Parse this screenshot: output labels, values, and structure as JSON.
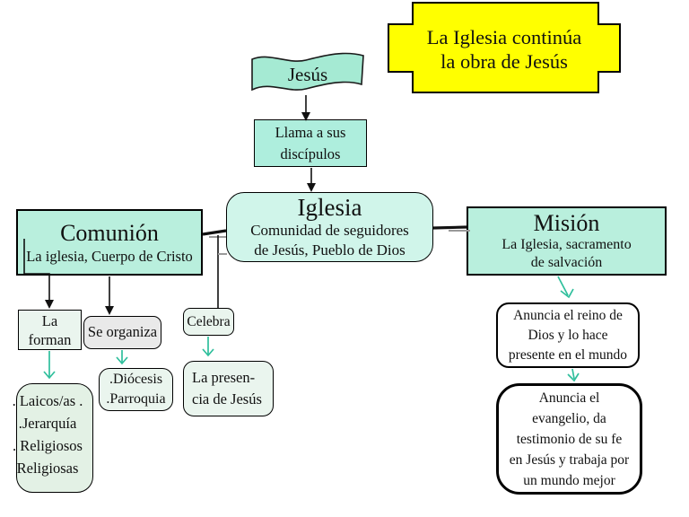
{
  "banner": {
    "line1": "La Iglesia continúa",
    "line2": "la obra de Jesús"
  },
  "nodes": {
    "jesus": {
      "label": "Jesús"
    },
    "llama": {
      "lines": [
        "Llama a sus",
        "discípulos"
      ]
    },
    "iglesia": {
      "title": "Iglesia",
      "lines": [
        "Comunidad de seguidores",
        "de Jesús, Pueblo de Dios"
      ]
    },
    "comunion": {
      "title": "Comunión",
      "subtitle": "La iglesia, Cuerpo de Cristo"
    },
    "mision": {
      "title": "Misión",
      "lines": [
        "La Iglesia, sacramento",
        "de salvación"
      ]
    },
    "la_forman": {
      "lines": [
        "La",
        "forman"
      ]
    },
    "se_organiza": {
      "label": "Se organiza"
    },
    "celebra": {
      "label": "Celebra"
    },
    "miembros": {
      "lines": [
        ". Laicos/as .",
        ".Jerarquía",
        ". Religiosos",
        "Religiosas"
      ]
    },
    "organizacion": {
      "lines": [
        ".Diócesis",
        ".Parroquia"
      ]
    },
    "presencia": {
      "lines": [
        "La presen-",
        "cia de Jesús"
      ]
    },
    "reino": {
      "lines": [
        "Anuncia el reino de",
        "Dios y lo hace",
        "presente en el mundo"
      ]
    },
    "evangelio": {
      "lines": [
        "Anuncia el",
        "evangelio, da",
        "testimonio de su fe",
        "en Jesús y trabaja por",
        "un mundo mejor"
      ]
    }
  },
  "colors": {
    "banner_fill": "#ffff00",
    "node_teal": "#b9efdd",
    "flag_teal": "#a5ead3",
    "iglesia_teal": "#d0f5ea",
    "mint": "#eaf5ee",
    "gray_node": "#e9e9e9",
    "arrow_teal": "#2fbf9c",
    "line_black": "#111111"
  }
}
